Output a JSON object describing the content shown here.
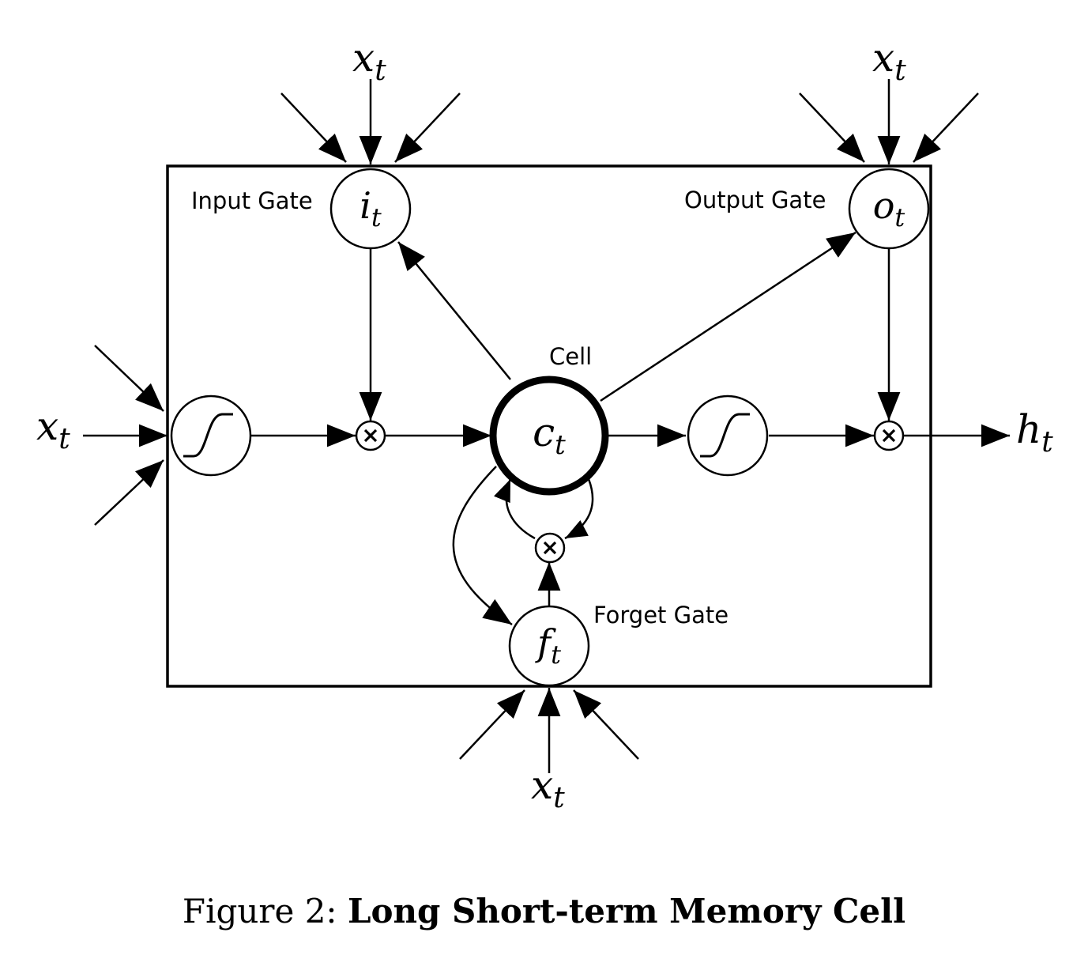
{
  "variables": {
    "input": {
      "base": "x",
      "sub": "t"
    },
    "input_gate": {
      "base": "i",
      "sub": "t"
    },
    "output_gate": {
      "base": "o",
      "sub": "t"
    },
    "forget_gate": {
      "base": "f",
      "sub": "t"
    },
    "cell": {
      "base": "c",
      "sub": "t"
    },
    "output": {
      "base": "h",
      "sub": "t"
    }
  },
  "labels": {
    "input_gate": "Input Gate",
    "output_gate": "Output Gate",
    "forget_gate": "Forget Gate",
    "cell": "Cell"
  },
  "caption": {
    "prefix": "Figure 2:",
    "title": "Long Short-term Memory Cell"
  }
}
